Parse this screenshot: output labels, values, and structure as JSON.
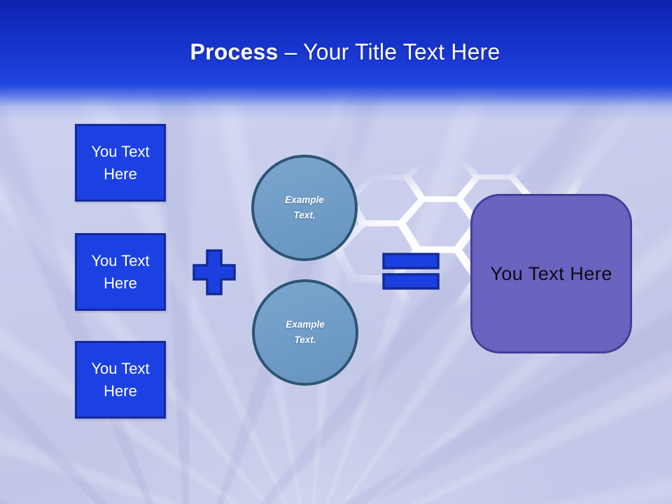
{
  "title": {
    "bold": "Process",
    "rest": "– Your Title Text Here"
  },
  "input_boxes": [
    {
      "label": "You Text Here"
    },
    {
      "label": "You Text Here"
    },
    {
      "label": "You Text Here"
    }
  ],
  "example_circles": [
    {
      "label": "Example Text."
    },
    {
      "label": "Example Text."
    }
  ],
  "result_box": {
    "label": "You Text Here"
  },
  "operators": {
    "plus": "plus-sign",
    "equals": "equals-sign"
  },
  "colors": {
    "header_top": "#0f22b0",
    "header_bright": "#1c3dd8",
    "box_fill": "#1c41e2",
    "box_border": "#15299d",
    "circle_fill": "#6f9cc7",
    "circle_border": "#2d5574",
    "result_fill": "#6a63bf",
    "result_border": "#414096",
    "background": "#c9cdec",
    "title_text": "#ffffff",
    "result_text": "#0c0c16"
  }
}
